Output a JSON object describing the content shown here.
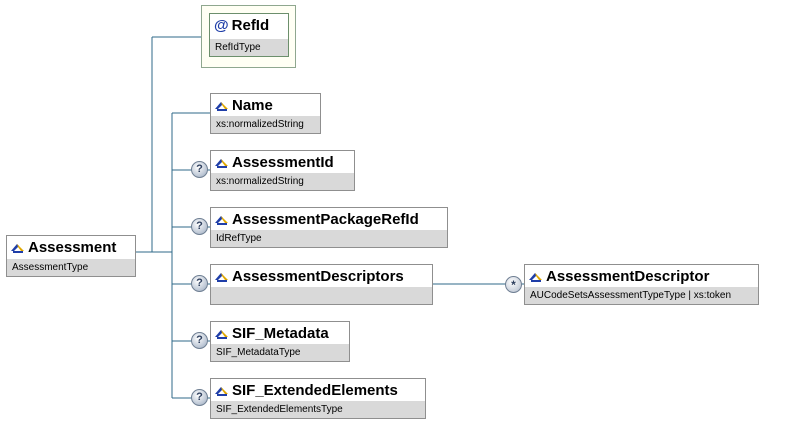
{
  "root": {
    "name": "Assessment",
    "type": "AssessmentType",
    "icon": "element-icon"
  },
  "attribute": {
    "name": "RefId",
    "type": "RefIdType",
    "icon": "attribute-at-icon",
    "symbol": "@"
  },
  "children": [
    {
      "name": "Name",
      "type": "xs:normalizedString",
      "optional": false
    },
    {
      "name": "AssessmentId",
      "type": "xs:normalizedString",
      "optional": true
    },
    {
      "name": "AssessmentPackageRefId",
      "type": "IdRefType",
      "optional": true
    },
    {
      "name": "AssessmentDescriptors",
      "type": "",
      "optional": true
    },
    {
      "name": "SIF_Metadata",
      "type": "SIF_MetadataType",
      "optional": true
    },
    {
      "name": "SIF_ExtendedElements",
      "type": "SIF_ExtendedElementsType",
      "optional": true
    }
  ],
  "descriptor": {
    "name": "AssessmentDescriptor",
    "type": "AUCodeSetsAssessmentTypeType | xs:token",
    "multiplicity": "*"
  },
  "optional_symbol": "?",
  "colors": {
    "line": "#2f6a8a",
    "type_bar": "#d9d9d9",
    "icon_blue": "#1f3ea8",
    "icon_gold": "#e0a800"
  }
}
